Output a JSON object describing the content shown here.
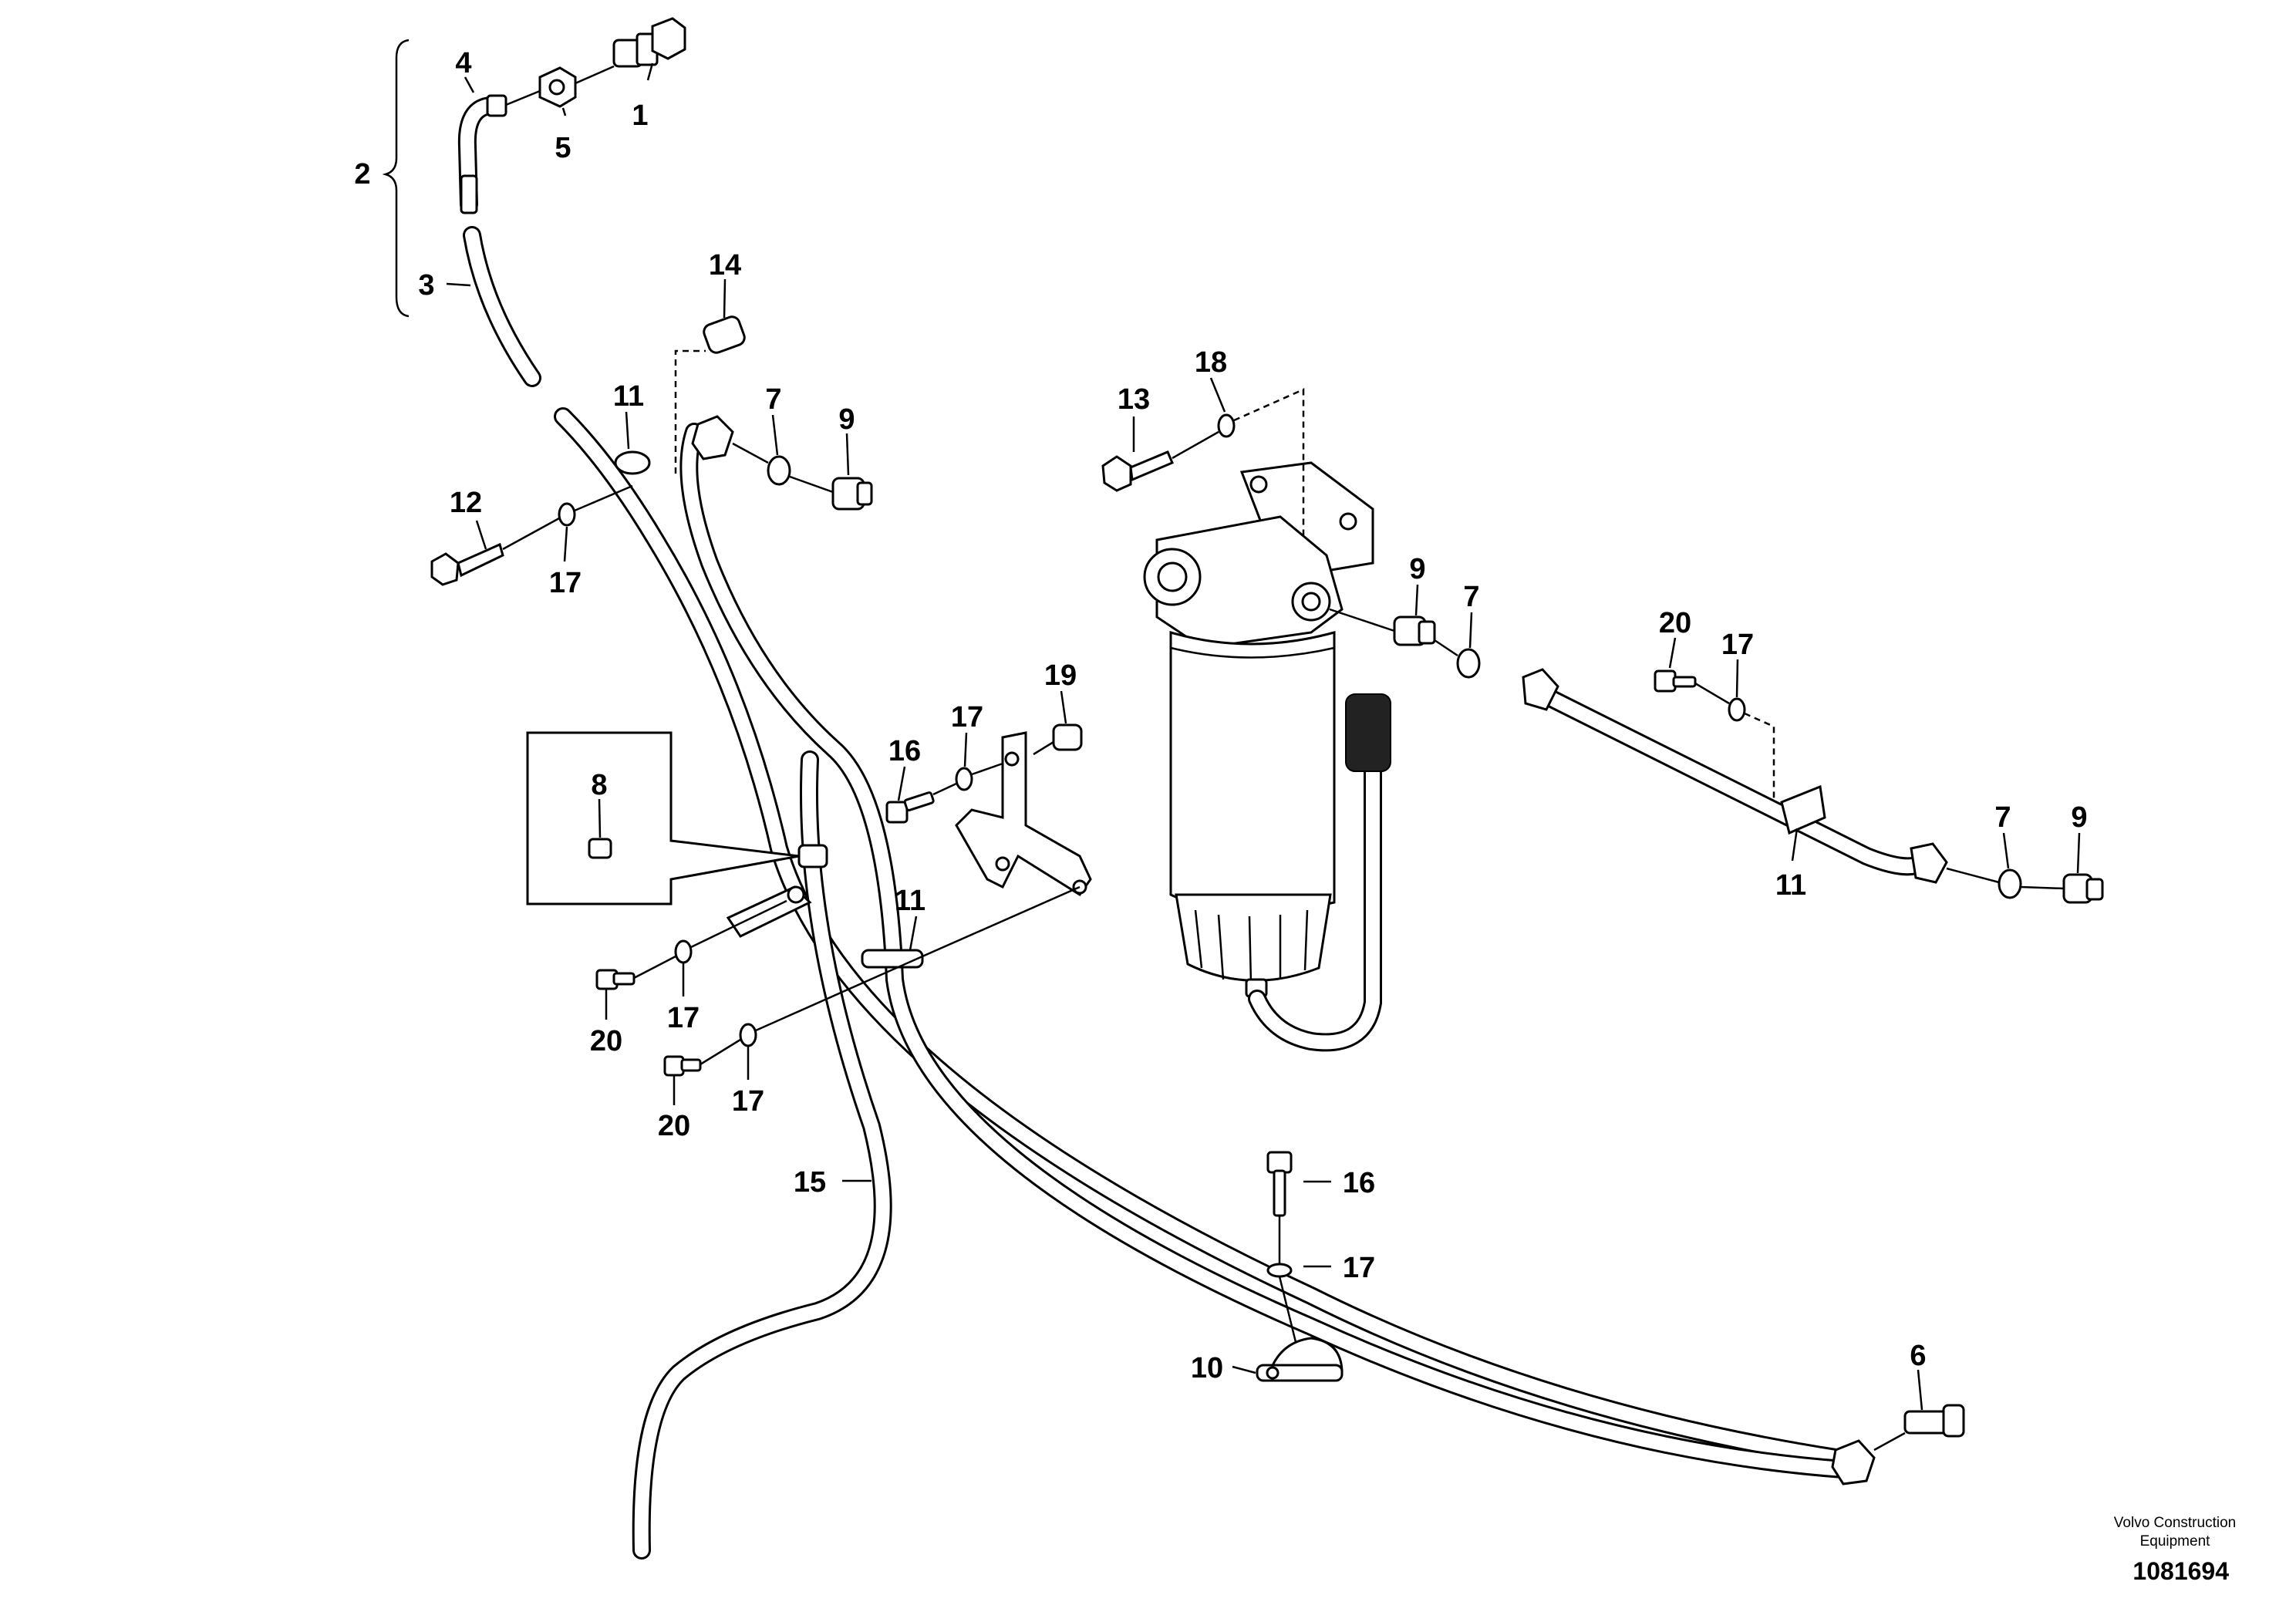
{
  "callouts": [
    {
      "id": "c1",
      "text": "1"
    },
    {
      "id": "c2",
      "text": "2"
    },
    {
      "id": "c3",
      "text": "3"
    },
    {
      "id": "c4",
      "text": "4"
    },
    {
      "id": "c5",
      "text": "5"
    },
    {
      "id": "c6",
      "text": "6"
    },
    {
      "id": "c7a",
      "text": "7"
    },
    {
      "id": "c7b",
      "text": "7"
    },
    {
      "id": "c7c",
      "text": "7"
    },
    {
      "id": "c8",
      "text": "8"
    },
    {
      "id": "c9a",
      "text": "9"
    },
    {
      "id": "c9b",
      "text": "9"
    },
    {
      "id": "c9c",
      "text": "9"
    },
    {
      "id": "c10",
      "text": "10"
    },
    {
      "id": "c11a",
      "text": "11"
    },
    {
      "id": "c11b",
      "text": "11"
    },
    {
      "id": "c11c",
      "text": "11"
    },
    {
      "id": "c12",
      "text": "12"
    },
    {
      "id": "c13",
      "text": "13"
    },
    {
      "id": "c14",
      "text": "14"
    },
    {
      "id": "c15",
      "text": "15"
    },
    {
      "id": "c16a",
      "text": "16"
    },
    {
      "id": "c16b",
      "text": "16"
    },
    {
      "id": "c17a",
      "text": "17"
    },
    {
      "id": "c17b",
      "text": "17"
    },
    {
      "id": "c17c",
      "text": "17"
    },
    {
      "id": "c17d",
      "text": "17"
    },
    {
      "id": "c17e",
      "text": "17"
    },
    {
      "id": "c17f",
      "text": "17"
    },
    {
      "id": "c18",
      "text": "18"
    },
    {
      "id": "c19",
      "text": "19"
    },
    {
      "id": "c20a",
      "text": "20"
    },
    {
      "id": "c20b",
      "text": "20"
    },
    {
      "id": "c20c",
      "text": "20"
    }
  ],
  "footer": {
    "credit_line1": "Volvo Construction",
    "credit_line2": "Equipment",
    "document_number": "1081694"
  }
}
